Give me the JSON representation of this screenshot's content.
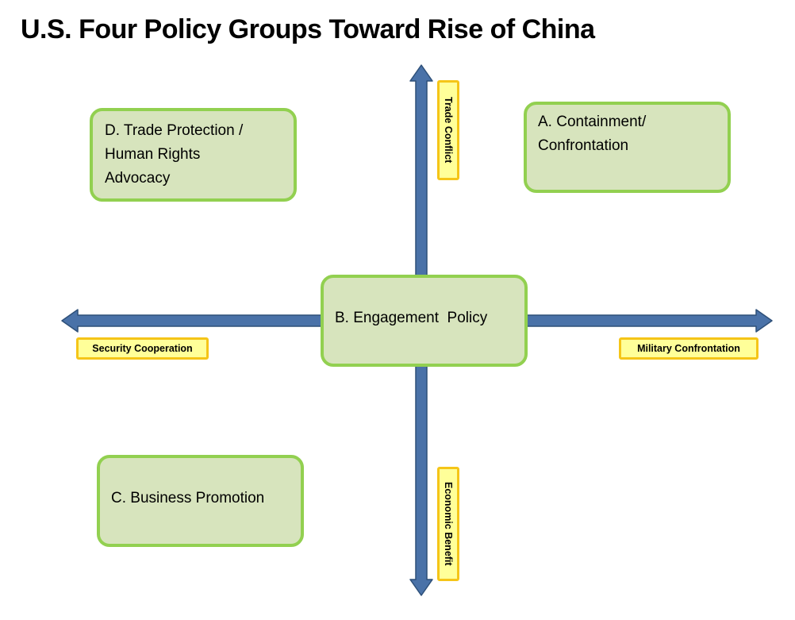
{
  "diagram": {
    "title": "U.S. Four Policy Groups Toward Rise of China",
    "axes": {
      "top_label": "Trade Conflict",
      "bottom_label": "Economic Benefit",
      "left_label": "Security Cooperation",
      "right_label": "Military Confrontation"
    },
    "quadrants": {
      "a": {
        "line1": "A. Containment/",
        "line2": "Confrontation"
      },
      "b": {
        "line1": "B. Engagement  Policy"
      },
      "c": {
        "line1": "C. Business Promotion"
      },
      "d": {
        "line1": "D. Trade Protection /",
        "line2": "Human Rights",
        "line3": "Advocacy"
      }
    },
    "colors": {
      "arrow_fill": "#4a72a8",
      "arrow_stroke": "#2e5079",
      "box_fill": "#d7e4bd",
      "box_border": "#92d050",
      "tag_fill": "#ffff99",
      "tag_border": "#f5c518"
    }
  }
}
